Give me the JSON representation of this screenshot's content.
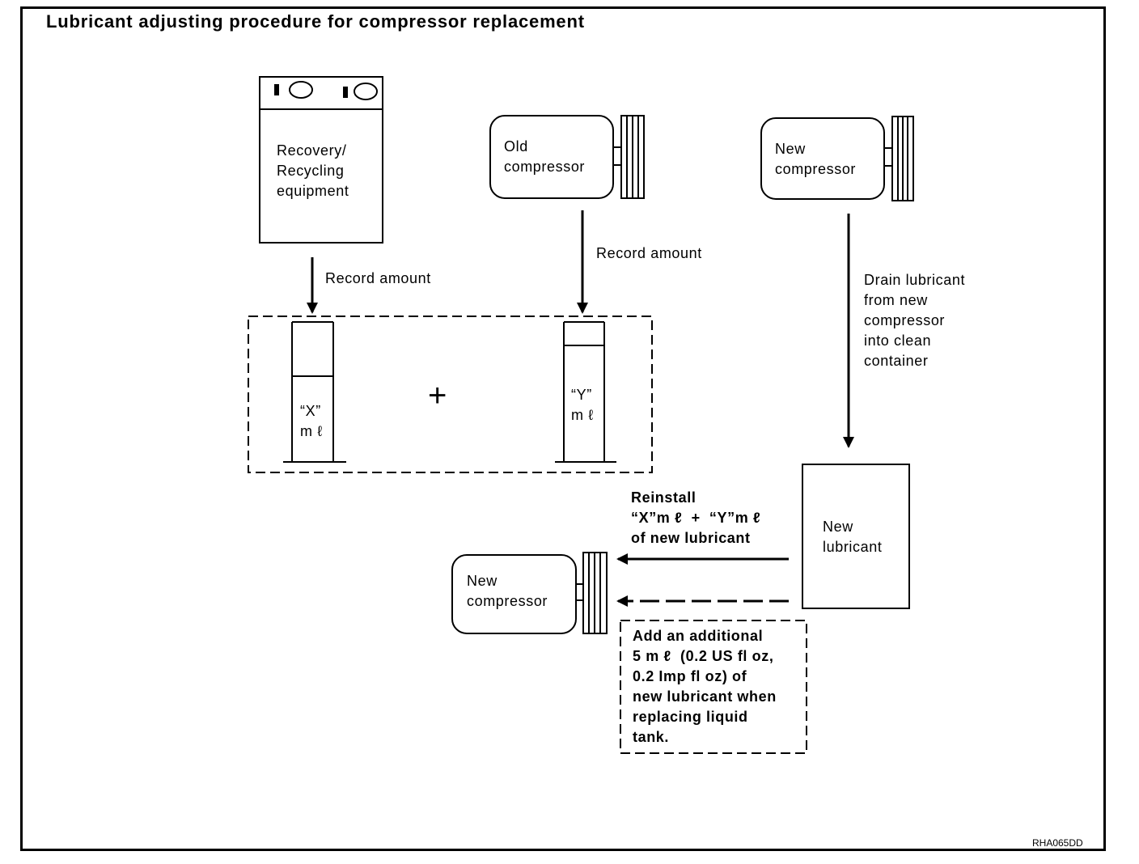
{
  "title": "Lubricant adjusting procedure for compressor replacement",
  "figure_code": "RHA065DD",
  "recovery_equipment": {
    "line1": "Recovery/",
    "line2": "Recycling",
    "line3": "equipment"
  },
  "old_compressor": {
    "line1": "Old",
    "line2": "compressor"
  },
  "new_compressor_top": {
    "line1": "New",
    "line2": "compressor"
  },
  "new_compressor_bottom": {
    "line1": "New",
    "line2": "compressor"
  },
  "record_amount_left": "Record amount",
  "record_amount_right": "Record amount",
  "drain_label": {
    "line1": "Drain lubricant",
    "line2": "from new",
    "line3": "compressor",
    "line4": "into clean",
    "line5": "container"
  },
  "cylinder_x": {
    "line1": "“X”",
    "line2": "m ℓ"
  },
  "cylinder_y": {
    "line1": "“Y”",
    "line2": "m ℓ"
  },
  "plus_sign": "+",
  "new_lubricant": {
    "line1": "New",
    "line2": "lubricant"
  },
  "reinstall_label": {
    "line1": "Reinstall",
    "line2": "“X”m ℓ  +  “Y”m ℓ",
    "line3": "of new lubricant"
  },
  "additional_note": {
    "line1": "Add an additional",
    "line2": "5 m ℓ  (0.2 US fl oz,",
    "line3": "0.2 Imp fl oz) of",
    "line4": "new lubricant when",
    "line5": "replacing liquid",
    "line6": "tank."
  }
}
